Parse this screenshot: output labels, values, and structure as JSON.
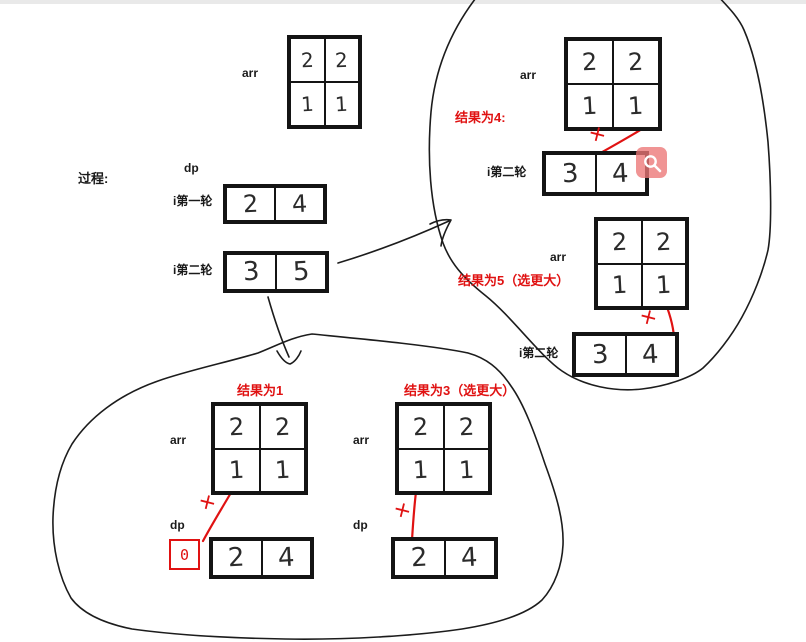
{
  "colors": {
    "annotation_red": "#e01212",
    "ink": "#1a1a1a",
    "magnifier_bg": "#ec7676",
    "top_strip": "#e9e9e9"
  },
  "icons": {
    "magnifier_tool": "magnifier-icon"
  },
  "sections": {
    "process": {
      "title": "过程:",
      "arr_label": "arr",
      "dp_label": "dp",
      "round1_label": "i第一轮",
      "round2_label": "i第二轮",
      "arr": [
        "2",
        "2",
        "1",
        "1"
      ],
      "round1": [
        "2",
        "4"
      ],
      "round2": [
        "3",
        "5"
      ]
    },
    "result4": {
      "result_label": "结果为4:",
      "arr_label": "arr",
      "round_label": "i第二轮",
      "arr": [
        "2",
        "2",
        "1",
        "1"
      ],
      "dp": [
        "3",
        "4"
      ],
      "plus": "+"
    },
    "result5": {
      "result_label": "结果为5（选更大）",
      "arr_label": "arr",
      "round_label": "i第二轮",
      "arr": [
        "2",
        "2",
        "1",
        "1"
      ],
      "dp": [
        "3",
        "4"
      ],
      "plus": "+"
    },
    "result1": {
      "result_label": "结果为1",
      "arr_label": "arr",
      "dp_label": "dp",
      "arr": [
        "2",
        "2",
        "1",
        "1"
      ],
      "prepend_cell": "0",
      "dp": [
        "2",
        "4"
      ],
      "plus": "+"
    },
    "result3": {
      "result_label": "结果为3（选更大）",
      "arr_label": "arr",
      "dp_label": "dp",
      "arr": [
        "2",
        "2",
        "1",
        "1"
      ],
      "dp": [
        "2",
        "4"
      ],
      "plus": "+"
    }
  }
}
